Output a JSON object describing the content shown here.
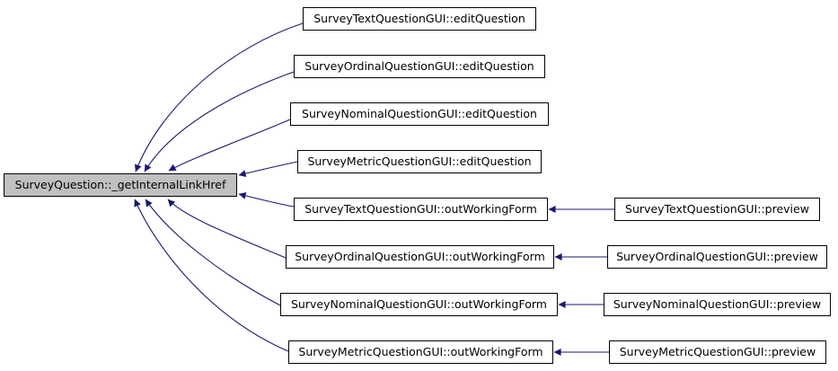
{
  "diagram": {
    "kind": "doxygen-caller-graph",
    "colors": {
      "edge": "#191970",
      "node_border": "#000000",
      "root_fill": "#c0c0c0",
      "node_fill": "#ffffff",
      "text": "#000000",
      "background": "#ffffff"
    }
  },
  "nodes": [
    {
      "id": "root",
      "label": "SurveyQuestion::_getInternalLinkHref"
    },
    {
      "id": "text-edit",
      "label": "SurveyTextQuestionGUI::editQuestion"
    },
    {
      "id": "ordinal-edit",
      "label": "SurveyOrdinalQuestionGUI::editQuestion"
    },
    {
      "id": "nominal-edit",
      "label": "SurveyNominalQuestionGUI::editQuestion"
    },
    {
      "id": "metric-edit",
      "label": "SurveyMetricQuestionGUI::editQuestion"
    },
    {
      "id": "text-owf",
      "label": "SurveyTextQuestionGUI::outWorkingForm"
    },
    {
      "id": "ordinal-owf",
      "label": "SurveyOrdinalQuestionGUI::outWorkingForm"
    },
    {
      "id": "nominal-owf",
      "label": "SurveyNominalQuestionGUI::outWorkingForm"
    },
    {
      "id": "metric-owf",
      "label": "SurveyMetricQuestionGUI::outWorkingForm"
    },
    {
      "id": "text-preview",
      "label": "SurveyTextQuestionGUI::preview"
    },
    {
      "id": "ordinal-preview",
      "label": "SurveyOrdinalQuestionGUI::preview"
    },
    {
      "id": "nominal-preview",
      "label": "SurveyNominalQuestionGUI::preview"
    },
    {
      "id": "metric-preview",
      "label": "SurveyMetricQuestionGUI::preview"
    }
  ],
  "edges": [
    {
      "from": "SurveyTextQuestionGUI::editQuestion",
      "to": "SurveyQuestion::_getInternalLinkHref"
    },
    {
      "from": "SurveyOrdinalQuestionGUI::editQuestion",
      "to": "SurveyQuestion::_getInternalLinkHref"
    },
    {
      "from": "SurveyNominalQuestionGUI::editQuestion",
      "to": "SurveyQuestion::_getInternalLinkHref"
    },
    {
      "from": "SurveyMetricQuestionGUI::editQuestion",
      "to": "SurveyQuestion::_getInternalLinkHref"
    },
    {
      "from": "SurveyTextQuestionGUI::outWorkingForm",
      "to": "SurveyQuestion::_getInternalLinkHref"
    },
    {
      "from": "SurveyOrdinalQuestionGUI::outWorkingForm",
      "to": "SurveyQuestion::_getInternalLinkHref"
    },
    {
      "from": "SurveyNominalQuestionGUI::outWorkingForm",
      "to": "SurveyQuestion::_getInternalLinkHref"
    },
    {
      "from": "SurveyMetricQuestionGUI::outWorkingForm",
      "to": "SurveyQuestion::_getInternalLinkHref"
    },
    {
      "from": "SurveyTextQuestionGUI::preview",
      "to": "SurveyTextQuestionGUI::outWorkingForm"
    },
    {
      "from": "SurveyOrdinalQuestionGUI::preview",
      "to": "SurveyOrdinalQuestionGUI::outWorkingForm"
    },
    {
      "from": "SurveyNominalQuestionGUI::preview",
      "to": "SurveyNominalQuestionGUI::outWorkingForm"
    },
    {
      "from": "SurveyMetricQuestionGUI::preview",
      "to": "SurveyMetricQuestionGUI::outWorkingForm"
    }
  ]
}
